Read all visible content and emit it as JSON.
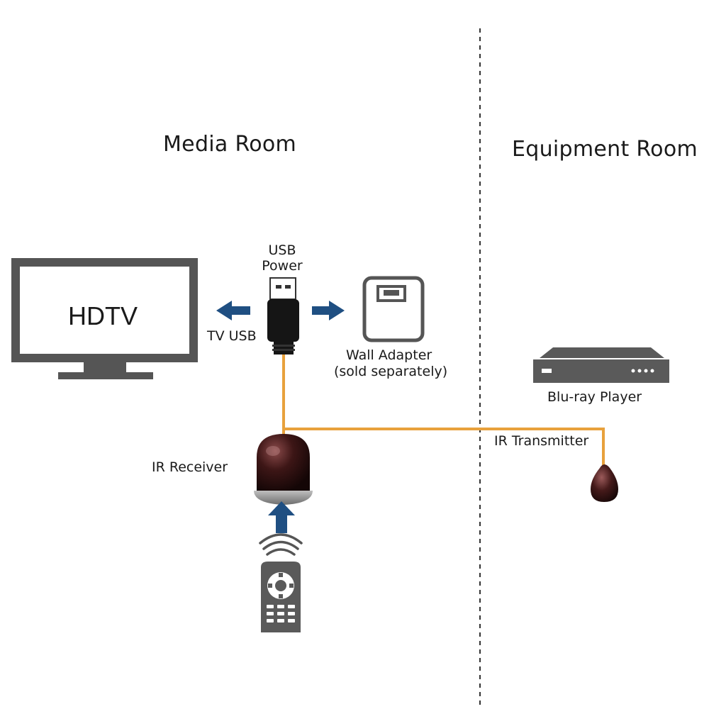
{
  "rooms": {
    "media_room": "Media Room",
    "equipment_room": "Equipment Room"
  },
  "devices": {
    "hdtv": "HDTV",
    "usb_power_line1": "USB",
    "usb_power_line2": "Power",
    "tv_usb": "TV USB",
    "wall_adapter_line1": "Wall Adapter",
    "wall_adapter_line2": "(sold separately)",
    "bluray_player": "Blu-ray Player",
    "ir_receiver": "IR Receiver",
    "ir_transmitter": "IR Transmitter"
  },
  "colors": {
    "cable": "#e8a13c",
    "arrow": "#1f4f82",
    "device_gray": "#5a5a5a",
    "ir_body": "#3a1414",
    "divider": "#333333"
  }
}
